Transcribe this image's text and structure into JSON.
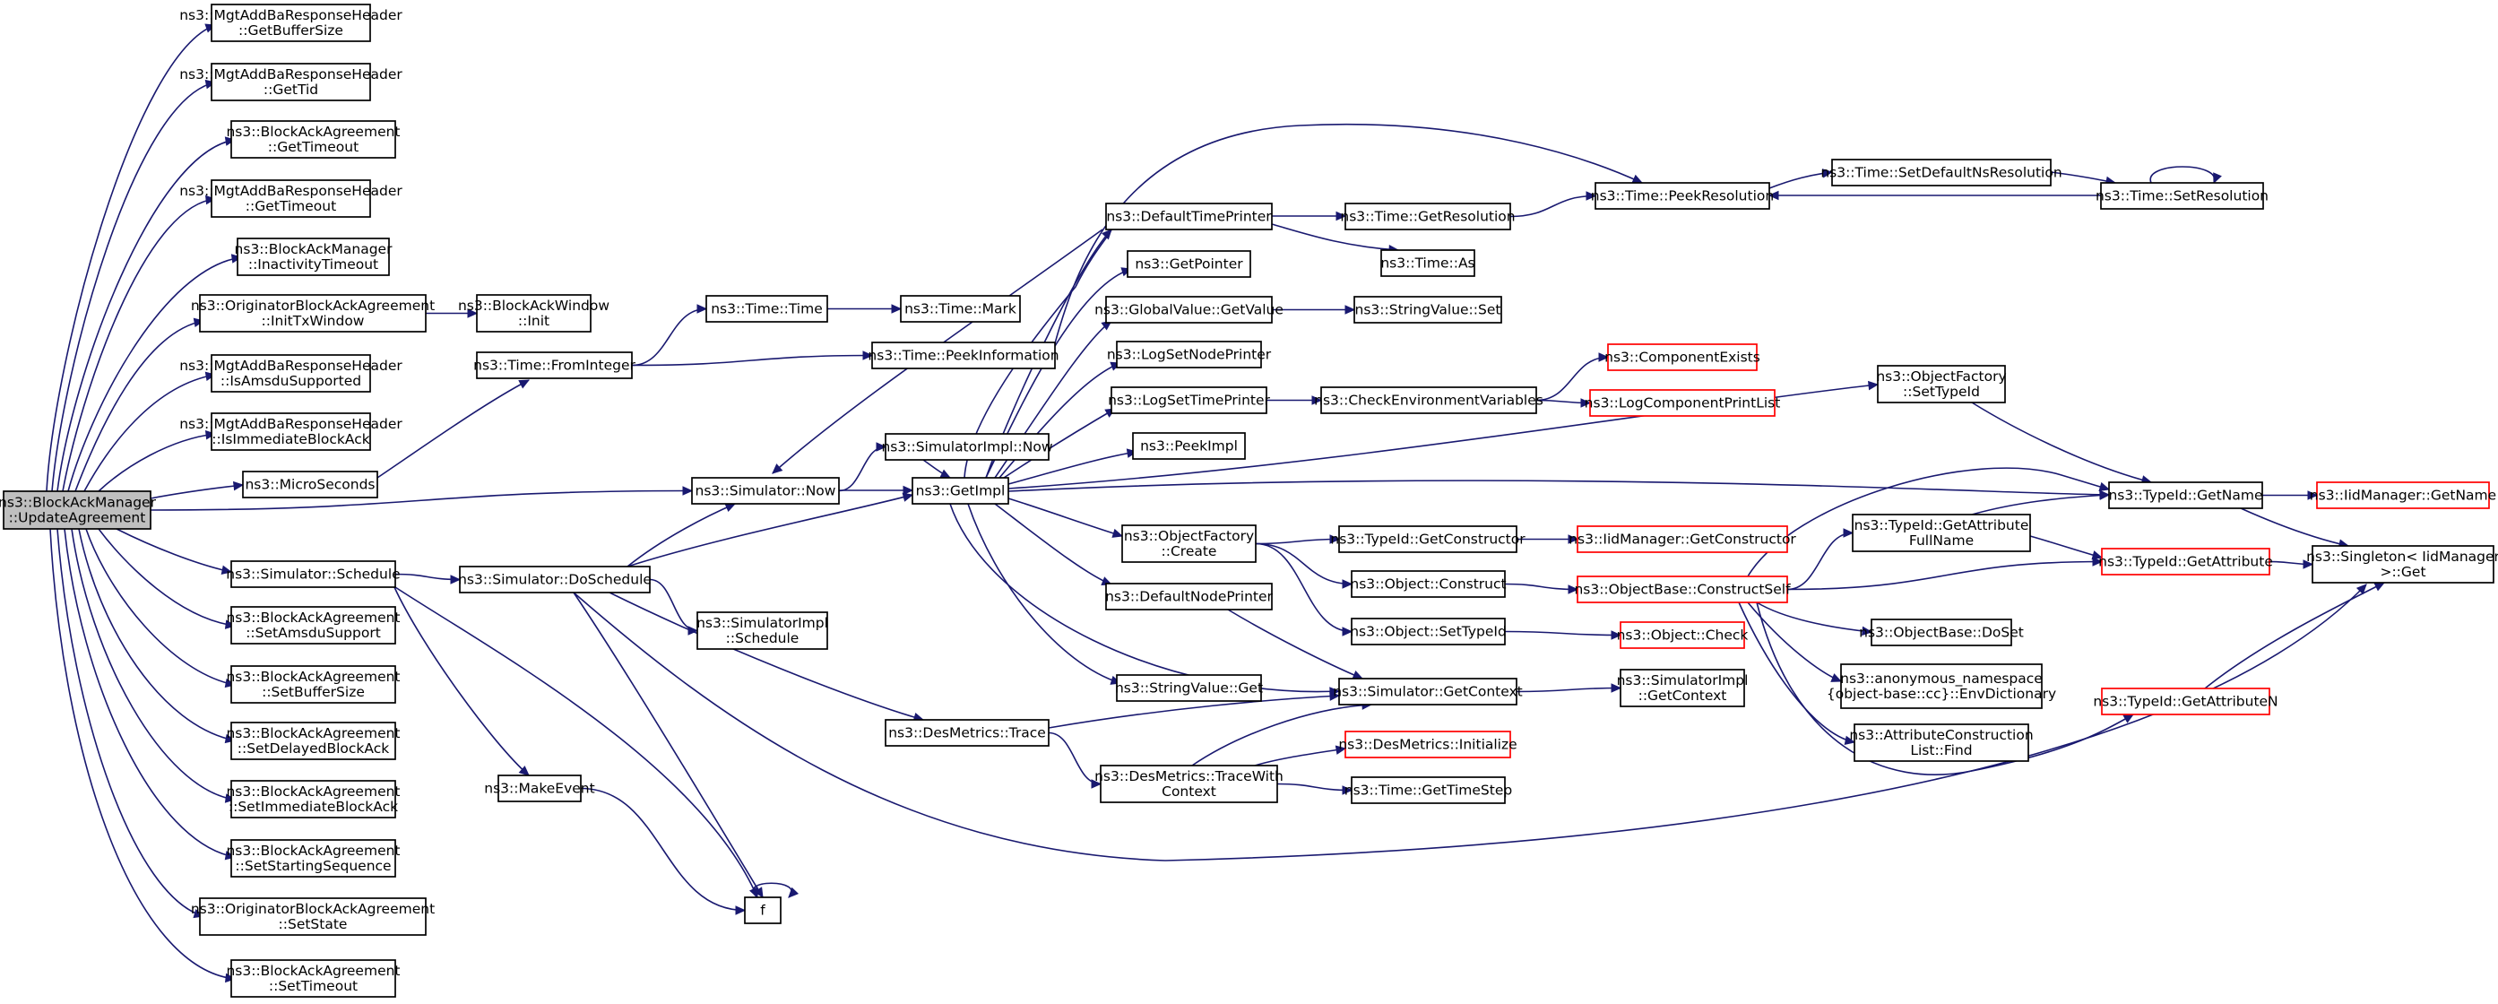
{
  "graph": {
    "nodes": [
      {
        "id": "root",
        "lines": [
          "ns3::BlockAckManager",
          "::UpdateAgreement"
        ],
        "root": true
      },
      {
        "id": "n1",
        "lines": [
          "ns3::MgtAddBaResponseHeader",
          "::GetBufferSize"
        ]
      },
      {
        "id": "n2",
        "lines": [
          "ns3::MgtAddBaResponseHeader",
          "::GetTid"
        ]
      },
      {
        "id": "n3",
        "lines": [
          "ns3::BlockAckAgreement",
          "::GetTimeout"
        ]
      },
      {
        "id": "n4",
        "lines": [
          "ns3::MgtAddBaResponseHeader",
          "::GetTimeout"
        ]
      },
      {
        "id": "n5",
        "lines": [
          "ns3::BlockAckManager",
          "::InactivityTimeout"
        ]
      },
      {
        "id": "n6",
        "lines": [
          "ns3::OriginatorBlockAckAgreement",
          "::InitTxWindow"
        ]
      },
      {
        "id": "n7",
        "lines": [
          "ns3::MgtAddBaResponseHeader",
          "::IsAmsduSupported"
        ]
      },
      {
        "id": "n8",
        "lines": [
          "ns3::MgtAddBaResponseHeader",
          "::IsImmediateBlockAck"
        ]
      },
      {
        "id": "n9",
        "lines": [
          "ns3::MicroSeconds"
        ]
      },
      {
        "id": "n10",
        "lines": [
          "ns3::Simulator::Schedule"
        ]
      },
      {
        "id": "n11",
        "lines": [
          "ns3::BlockAckAgreement",
          "::SetAmsduSupport"
        ]
      },
      {
        "id": "n12",
        "lines": [
          "ns3::BlockAckAgreement",
          "::SetBufferSize"
        ]
      },
      {
        "id": "n13",
        "lines": [
          "ns3::BlockAckAgreement",
          "::SetDelayedBlockAck"
        ]
      },
      {
        "id": "n14",
        "lines": [
          "ns3::BlockAckAgreement",
          "::SetImmediateBlockAck"
        ]
      },
      {
        "id": "n15",
        "lines": [
          "ns3::BlockAckAgreement",
          "::SetStartingSequence"
        ]
      },
      {
        "id": "n16",
        "lines": [
          "ns3::OriginatorBlockAckAgreement",
          "::SetState"
        ]
      },
      {
        "id": "n17",
        "lines": [
          "ns3::BlockAckAgreement",
          "::SetTimeout"
        ]
      },
      {
        "id": "n18",
        "lines": [
          "ns3::BlockAckWindow",
          "::Init"
        ]
      },
      {
        "id": "n19",
        "lines": [
          "ns3::Time::FromInteger"
        ]
      },
      {
        "id": "n20",
        "lines": [
          "ns3::Time::Time"
        ]
      },
      {
        "id": "n21",
        "lines": [
          "ns3::Time::Mark"
        ]
      },
      {
        "id": "n22",
        "lines": [
          "ns3::Time::PeekInformation"
        ]
      },
      {
        "id": "n23",
        "lines": [
          "ns3::Simulator::Now"
        ]
      },
      {
        "id": "n24",
        "lines": [
          "ns3::SimulatorImpl::Now"
        ]
      },
      {
        "id": "n25",
        "lines": [
          "ns3::GetImpl"
        ]
      },
      {
        "id": "n26",
        "lines": [
          "ns3::Simulator::DoSchedule"
        ]
      },
      {
        "id": "n27",
        "lines": [
          "ns3::MakeEvent"
        ]
      },
      {
        "id": "n28",
        "lines": [
          "f"
        ]
      },
      {
        "id": "n29",
        "lines": [
          "ns3::SimulatorImpl",
          "::Schedule"
        ]
      },
      {
        "id": "n30",
        "lines": [
          "ns3::DesMetrics::Trace"
        ]
      },
      {
        "id": "n31",
        "lines": [
          "ns3::DesMetrics::TraceWith",
          "Context"
        ]
      },
      {
        "id": "n32",
        "lines": [
          "ns3::DefaultTimePrinter"
        ]
      },
      {
        "id": "n33",
        "lines": [
          "ns3::GetPointer"
        ]
      },
      {
        "id": "n34",
        "lines": [
          "ns3::GlobalValue::GetValue"
        ]
      },
      {
        "id": "n35",
        "lines": [
          "ns3::LogSetNodePrinter"
        ]
      },
      {
        "id": "n36",
        "lines": [
          "ns3::LogSetTimePrinter"
        ]
      },
      {
        "id": "n37",
        "lines": [
          "ns3::PeekImpl"
        ]
      },
      {
        "id": "n38",
        "lines": [
          "ns3::ObjectFactory",
          "::Create"
        ]
      },
      {
        "id": "n39",
        "lines": [
          "ns3::DefaultNodePrinter"
        ]
      },
      {
        "id": "n40",
        "lines": [
          "ns3::StringValue::Get"
        ]
      },
      {
        "id": "n41",
        "lines": [
          "ns3::Time::GetResolution"
        ]
      },
      {
        "id": "n42",
        "lines": [
          "ns3::Time::As"
        ]
      },
      {
        "id": "n43",
        "lines": [
          "ns3::StringValue::Set"
        ]
      },
      {
        "id": "n44",
        "lines": [
          "ns3::CheckEnvironmentVariables"
        ]
      },
      {
        "id": "n45",
        "lines": [
          "ns3::TypeId::GetConstructor"
        ]
      },
      {
        "id": "n46",
        "lines": [
          "ns3::Object::Construct"
        ]
      },
      {
        "id": "n47",
        "lines": [
          "ns3::Object::SetTypeId"
        ]
      },
      {
        "id": "n48",
        "lines": [
          "ns3::Simulator::GetContext"
        ]
      },
      {
        "id": "n49",
        "lines": [
          "ns3::DesMetrics::Initialize"
        ],
        "red": true
      },
      {
        "id": "n50",
        "lines": [
          "ns3::Time::GetTimeStep"
        ]
      },
      {
        "id": "n51",
        "lines": [
          "ns3::Time::PeekResolution"
        ]
      },
      {
        "id": "n52",
        "lines": [
          "ns3::Time::SetDefaultNsResolution"
        ]
      },
      {
        "id": "n53",
        "lines": [
          "ns3::Time::SetResolution"
        ]
      },
      {
        "id": "n54",
        "lines": [
          "ns3::ComponentExists"
        ],
        "red": true
      },
      {
        "id": "n55",
        "lines": [
          "ns3::LogComponentPrintList"
        ],
        "red": true
      },
      {
        "id": "n56",
        "lines": [
          "ns3::ObjectFactory",
          "::SetTypeId"
        ]
      },
      {
        "id": "n57",
        "lines": [
          "ns3::IidManager::GetConstructor"
        ],
        "red": true
      },
      {
        "id": "n58",
        "lines": [
          "ns3::ObjectBase::ConstructSelf"
        ],
        "red": true
      },
      {
        "id": "n59",
        "lines": [
          "ns3::Object::Check"
        ],
        "red": true
      },
      {
        "id": "n60",
        "lines": [
          "ns3::SimulatorImpl",
          "::GetContext"
        ]
      },
      {
        "id": "n61",
        "lines": [
          "ns3::TypeId::GetName"
        ]
      },
      {
        "id": "n62",
        "lines": [
          "ns3::TypeId::GetAttribute",
          "FullName"
        ]
      },
      {
        "id": "n63",
        "lines": [
          "ns3::TypeId::GetAttribute"
        ],
        "red": true
      },
      {
        "id": "n64",
        "lines": [
          "ns3::ObjectBase::DoSet"
        ]
      },
      {
        "id": "n65",
        "lines": [
          "ns3::anonymous_namespace",
          "{object-base::cc}::EnvDictionary"
        ]
      },
      {
        "id": "n66",
        "lines": [
          "ns3::AttributeConstruction",
          "List::Find"
        ]
      },
      {
        "id": "n67",
        "lines": [
          "ns3::TypeId::GetAttributeN"
        ],
        "red": true
      },
      {
        "id": "n68",
        "lines": [
          "ns3::IidManager::GetName"
        ],
        "red": true
      },
      {
        "id": "n69",
        "lines": [
          "ns3::Singleton< IidManager",
          ">::Get"
        ]
      }
    ],
    "edges": [
      [
        "root",
        "n1"
      ],
      [
        "root",
        "n2"
      ],
      [
        "root",
        "n3"
      ],
      [
        "root",
        "n4"
      ],
      [
        "root",
        "n5"
      ],
      [
        "root",
        "n6"
      ],
      [
        "root",
        "n7"
      ],
      [
        "root",
        "n8"
      ],
      [
        "root",
        "n9"
      ],
      [
        "root",
        "n23"
      ],
      [
        "root",
        "n10"
      ],
      [
        "root",
        "n11"
      ],
      [
        "root",
        "n12"
      ],
      [
        "root",
        "n13"
      ],
      [
        "root",
        "n14"
      ],
      [
        "root",
        "n15"
      ],
      [
        "root",
        "n16"
      ],
      [
        "root",
        "n17"
      ],
      [
        "n6",
        "n18"
      ],
      [
        "n9",
        "n19"
      ],
      [
        "n19",
        "n20"
      ],
      [
        "n19",
        "n22"
      ],
      [
        "n20",
        "n21"
      ],
      [
        "n22",
        "n51"
      ],
      [
        "n23",
        "n24"
      ],
      [
        "n23",
        "n25"
      ],
      [
        "n24",
        "n25"
      ],
      [
        "n10",
        "n26"
      ],
      [
        "n10",
        "n27"
      ],
      [
        "n10",
        "n28"
      ],
      [
        "n27",
        "n28"
      ],
      [
        "n28",
        "n28"
      ],
      [
        "n26",
        "n23"
      ],
      [
        "n26",
        "n25"
      ],
      [
        "n26",
        "n29"
      ],
      [
        "n26",
        "n30"
      ],
      [
        "n26",
        "n28"
      ],
      [
        "n26",
        "n69"
      ],
      [
        "n30",
        "n48"
      ],
      [
        "n30",
        "n31"
      ],
      [
        "n31",
        "n48"
      ],
      [
        "n31",
        "n49"
      ],
      [
        "n31",
        "n50"
      ],
      [
        "n25",
        "n32"
      ],
      [
        "n25",
        "n33"
      ],
      [
        "n25",
        "n34"
      ],
      [
        "n25",
        "n35"
      ],
      [
        "n25",
        "n36"
      ],
      [
        "n25",
        "n37"
      ],
      [
        "n25",
        "n38"
      ],
      [
        "n25",
        "n39"
      ],
      [
        "n25",
        "n40"
      ],
      [
        "n25",
        "n48"
      ],
      [
        "n25",
        "n56"
      ],
      [
        "n25",
        "n23"
      ],
      [
        "n25",
        "n61"
      ],
      [
        "n32",
        "n41"
      ],
      [
        "n32",
        "n42"
      ],
      [
        "n41",
        "n51"
      ],
      [
        "n51",
        "n52"
      ],
      [
        "n52",
        "n53"
      ],
      [
        "n53",
        "n51"
      ],
      [
        "n53",
        "n53"
      ],
      [
        "n34",
        "n43"
      ],
      [
        "n36",
        "n44"
      ],
      [
        "n44",
        "n54"
      ],
      [
        "n44",
        "n55"
      ],
      [
        "n38",
        "n45"
      ],
      [
        "n38",
        "n46"
      ],
      [
        "n38",
        "n47"
      ],
      [
        "n45",
        "n57"
      ],
      [
        "n46",
        "n58"
      ],
      [
        "n47",
        "n59"
      ],
      [
        "n39",
        "n48"
      ],
      [
        "n48",
        "n60"
      ],
      [
        "n58",
        "n61"
      ],
      [
        "n58",
        "n62"
      ],
      [
        "n58",
        "n63"
      ],
      [
        "n58",
        "n64"
      ],
      [
        "n58",
        "n65"
      ],
      [
        "n58",
        "n66"
      ],
      [
        "n58",
        "n67"
      ],
      [
        "n62",
        "n61"
      ],
      [
        "n62",
        "n63"
      ],
      [
        "n63",
        "n69"
      ],
      [
        "n61",
        "n68"
      ],
      [
        "n61",
        "n69"
      ],
      [
        "n67",
        "n69"
      ],
      [
        "n56",
        "n61"
      ]
    ]
  }
}
